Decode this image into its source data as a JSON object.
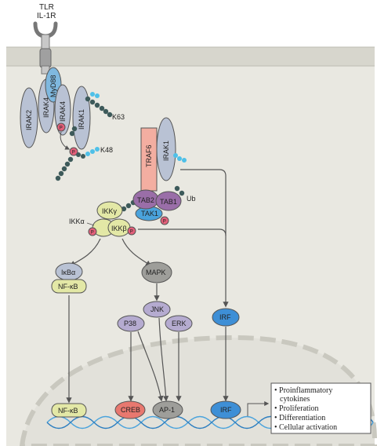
{
  "receptor": {
    "line1": "TLR",
    "line2": "IL-1R"
  },
  "proteins": {
    "myd88": "MyD88",
    "irak2": "IRAK2",
    "irak4a": "IRAK4",
    "irak4b": "IRAK4",
    "irak1a": "IRAK1",
    "irak1b": "IRAK1",
    "traf6": "TRAF6",
    "tab2": "TAB2",
    "tab1": "TAB1",
    "tak1": "TAK1",
    "ikkg": "IKKγ",
    "ikka": "IKKα",
    "ikkb": "IKKβ",
    "ikba": "IκBα",
    "nfkb_cyto": "NF-κB",
    "mapk": "MAPK",
    "jnk": "JNK",
    "p38": "P38",
    "erk": "ERK",
    "irf_cyto": "IRF",
    "nfkb_nuc": "NF-κB",
    "creb": "CREB",
    "ap1": "AP-1",
    "irf_nuc": "IRF"
  },
  "ub_labels": {
    "k63": "K63",
    "k48": "K48",
    "ub": "Ub"
  },
  "phospho": "P",
  "outcomes": [
    "Proinflammatory",
    "cytokines",
    "Proliferation",
    "Differentiation",
    "Cellular activation"
  ],
  "colors": {
    "cytoplasm": "#e9e8e1",
    "membrane": "#d7d6cd",
    "nucleus": "#e2e1da",
    "irak": "#b9c2d4",
    "myd88": "#7fb8df",
    "traf6": "#f3aea1",
    "tab": "#9a6ea8",
    "tak1": "#4aa3dc",
    "ikk": "#e3e8a6",
    "phospho": "#e3607a",
    "mapk_gray": "#9e9e9a",
    "p38_purple": "#b5abd0",
    "irf_blue": "#3e8fd6",
    "creb_red": "#e8786f",
    "ub_dark": "#3d5a5a",
    "ub_light": "#4fc0e8"
  }
}
